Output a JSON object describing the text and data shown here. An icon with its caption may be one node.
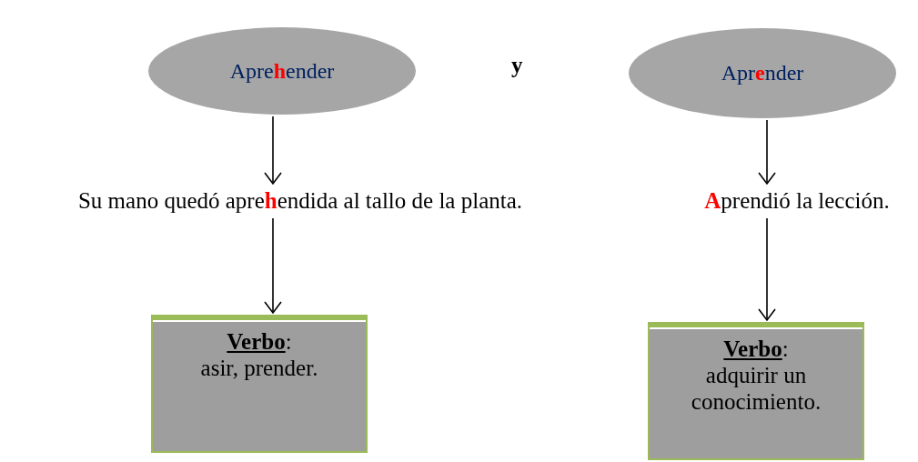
{
  "diagram": {
    "nodes": [
      {
        "text": [
          "Apre**h**ender"
        ]
      },
      {
        "text": [
          "Apr**e**nder"
        ]
      },
      {
        "text": [
          "Su mano quedó apre**h**endida al tallo de la planta."
        ]
      },
      {
        "text": [
          "**A**prendió la lección."
        ]
      },
      {
        "text": [
          "**Verbo**:",
          "asir, prender."
        ]
      },
      {
        "text": [
          "**Verbo**:",
          "adquirir un conocimiento."
        ]
      }
    ],
    "edges": [
      {
        "from": 0,
        "to": 2,
        "arrow": "to"
      },
      {
        "from": 2,
        "to": 4,
        "arrow": "to"
      },
      {
        "from": 1,
        "to": 3,
        "arrow": "to"
      },
      {
        "from": 3,
        "to": 5,
        "arrow": "to"
      }
    ],
    "labels": [
      "y"
    ]
  }
}
